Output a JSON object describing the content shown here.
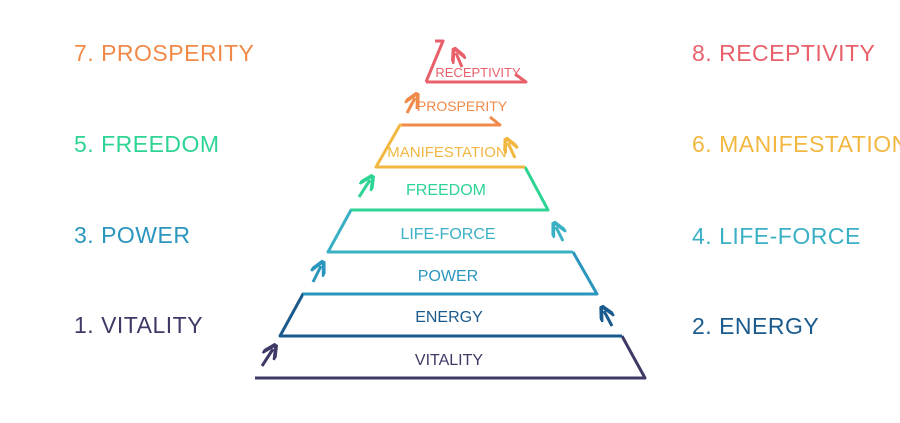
{
  "levels": [
    {
      "num": "1.",
      "name": "VITALITY",
      "tier_text": "VITALITY",
      "color": "#3d3a66"
    },
    {
      "num": "2.",
      "name": "ENERGY",
      "tier_text": "ENERGY",
      "color": "#1a5a8c"
    },
    {
      "num": "3.",
      "name": "POWER",
      "tier_text": "POWER",
      "color": "#2a95bd"
    },
    {
      "num": "4.",
      "name": "LIFE-FORCE",
      "tier_text": "LIFE-FORCE",
      "color": "#3ab0c4"
    },
    {
      "num": "5.",
      "name": "FREEDOM",
      "tier_text": "FREEDOM",
      "color": "#2ed494"
    },
    {
      "num": "6.",
      "name": "MANIFESTATION",
      "tier_text": "MANIFESTATION",
      "color": "#f2b740"
    },
    {
      "num": "7.",
      "name": "PROSPERITY",
      "tier_text": "PROSPERITY",
      "color": "#f08a48"
    },
    {
      "num": "8.",
      "name": "RECEPTIVITY",
      "tier_text": "RECEPTIVITY",
      "color": "#e8606a"
    }
  ]
}
